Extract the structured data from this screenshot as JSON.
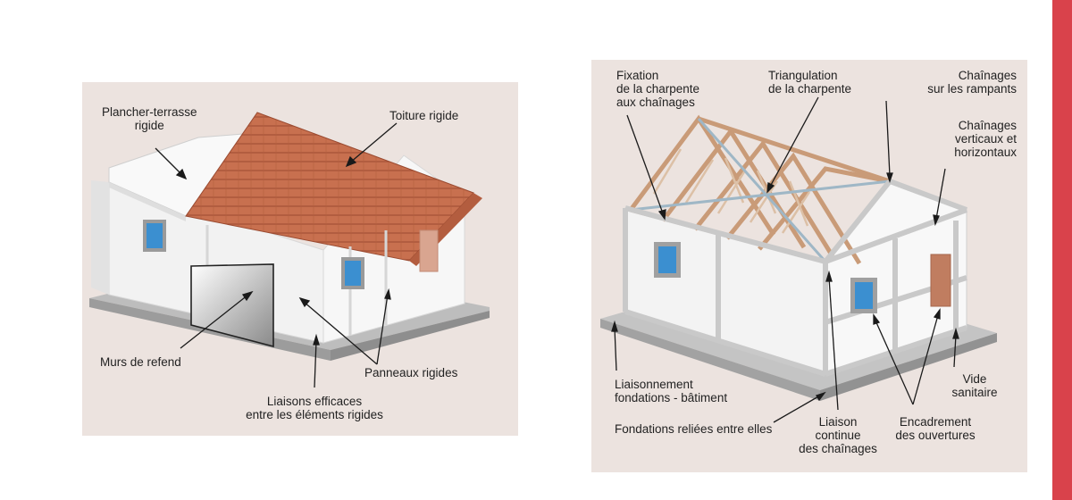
{
  "left_diagram": {
    "labels": {
      "plancher_terrasse": [
        "Plancher-terrasse",
        "rigide"
      ],
      "toiture_rigide": [
        "Toiture rigide"
      ],
      "murs_de_refend": [
        "Murs de refend"
      ],
      "panneaux_rigides": [
        "Panneaux rigides"
      ],
      "liaisons_efficaces": [
        "Liaisons efficaces",
        "entre les éléments rigides"
      ]
    }
  },
  "right_diagram": {
    "labels": {
      "fixation_charpente": [
        "Fixation",
        "de la charpente",
        "aux chaînages"
      ],
      "triangulation": [
        "Triangulation",
        "de la charpente"
      ],
      "chainages_rampants": [
        "Chaînages",
        "sur les rampants"
      ],
      "chainages_vert_horiz": [
        "Chaînages",
        "verticaux et",
        "horizontaux"
      ],
      "liaisonnement": [
        "Liaisonnement",
        "fondations - bâtiment"
      ],
      "fondations_reliees": [
        "Fondations reliées entre elles"
      ],
      "liaison_continue": [
        "Liaison",
        "continue",
        "des chaînages"
      ],
      "vide_sanitaire": [
        "Vide",
        "sanitaire"
      ],
      "encadrement": [
        "Encadrement",
        "des ouvertures"
      ]
    }
  },
  "colors": {
    "panel_bg": "#ece3df",
    "accent": "#d9424b",
    "roof_tile": "#c8704f",
    "timber": "#d9b79b",
    "wall": "#f4f4f4",
    "window_glass": "#3b8fd0"
  }
}
